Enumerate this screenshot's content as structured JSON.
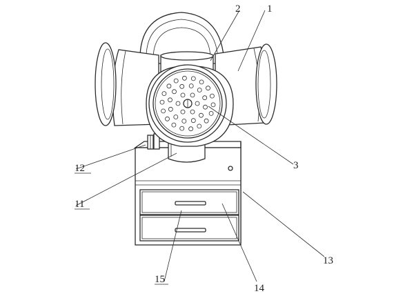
{
  "figure": {
    "labels": {
      "l1": "1",
      "l2": "2",
      "l3": "3",
      "l11": "11",
      "l12": "12",
      "l13": "13",
      "l14": "14",
      "l15": "15"
    }
  }
}
